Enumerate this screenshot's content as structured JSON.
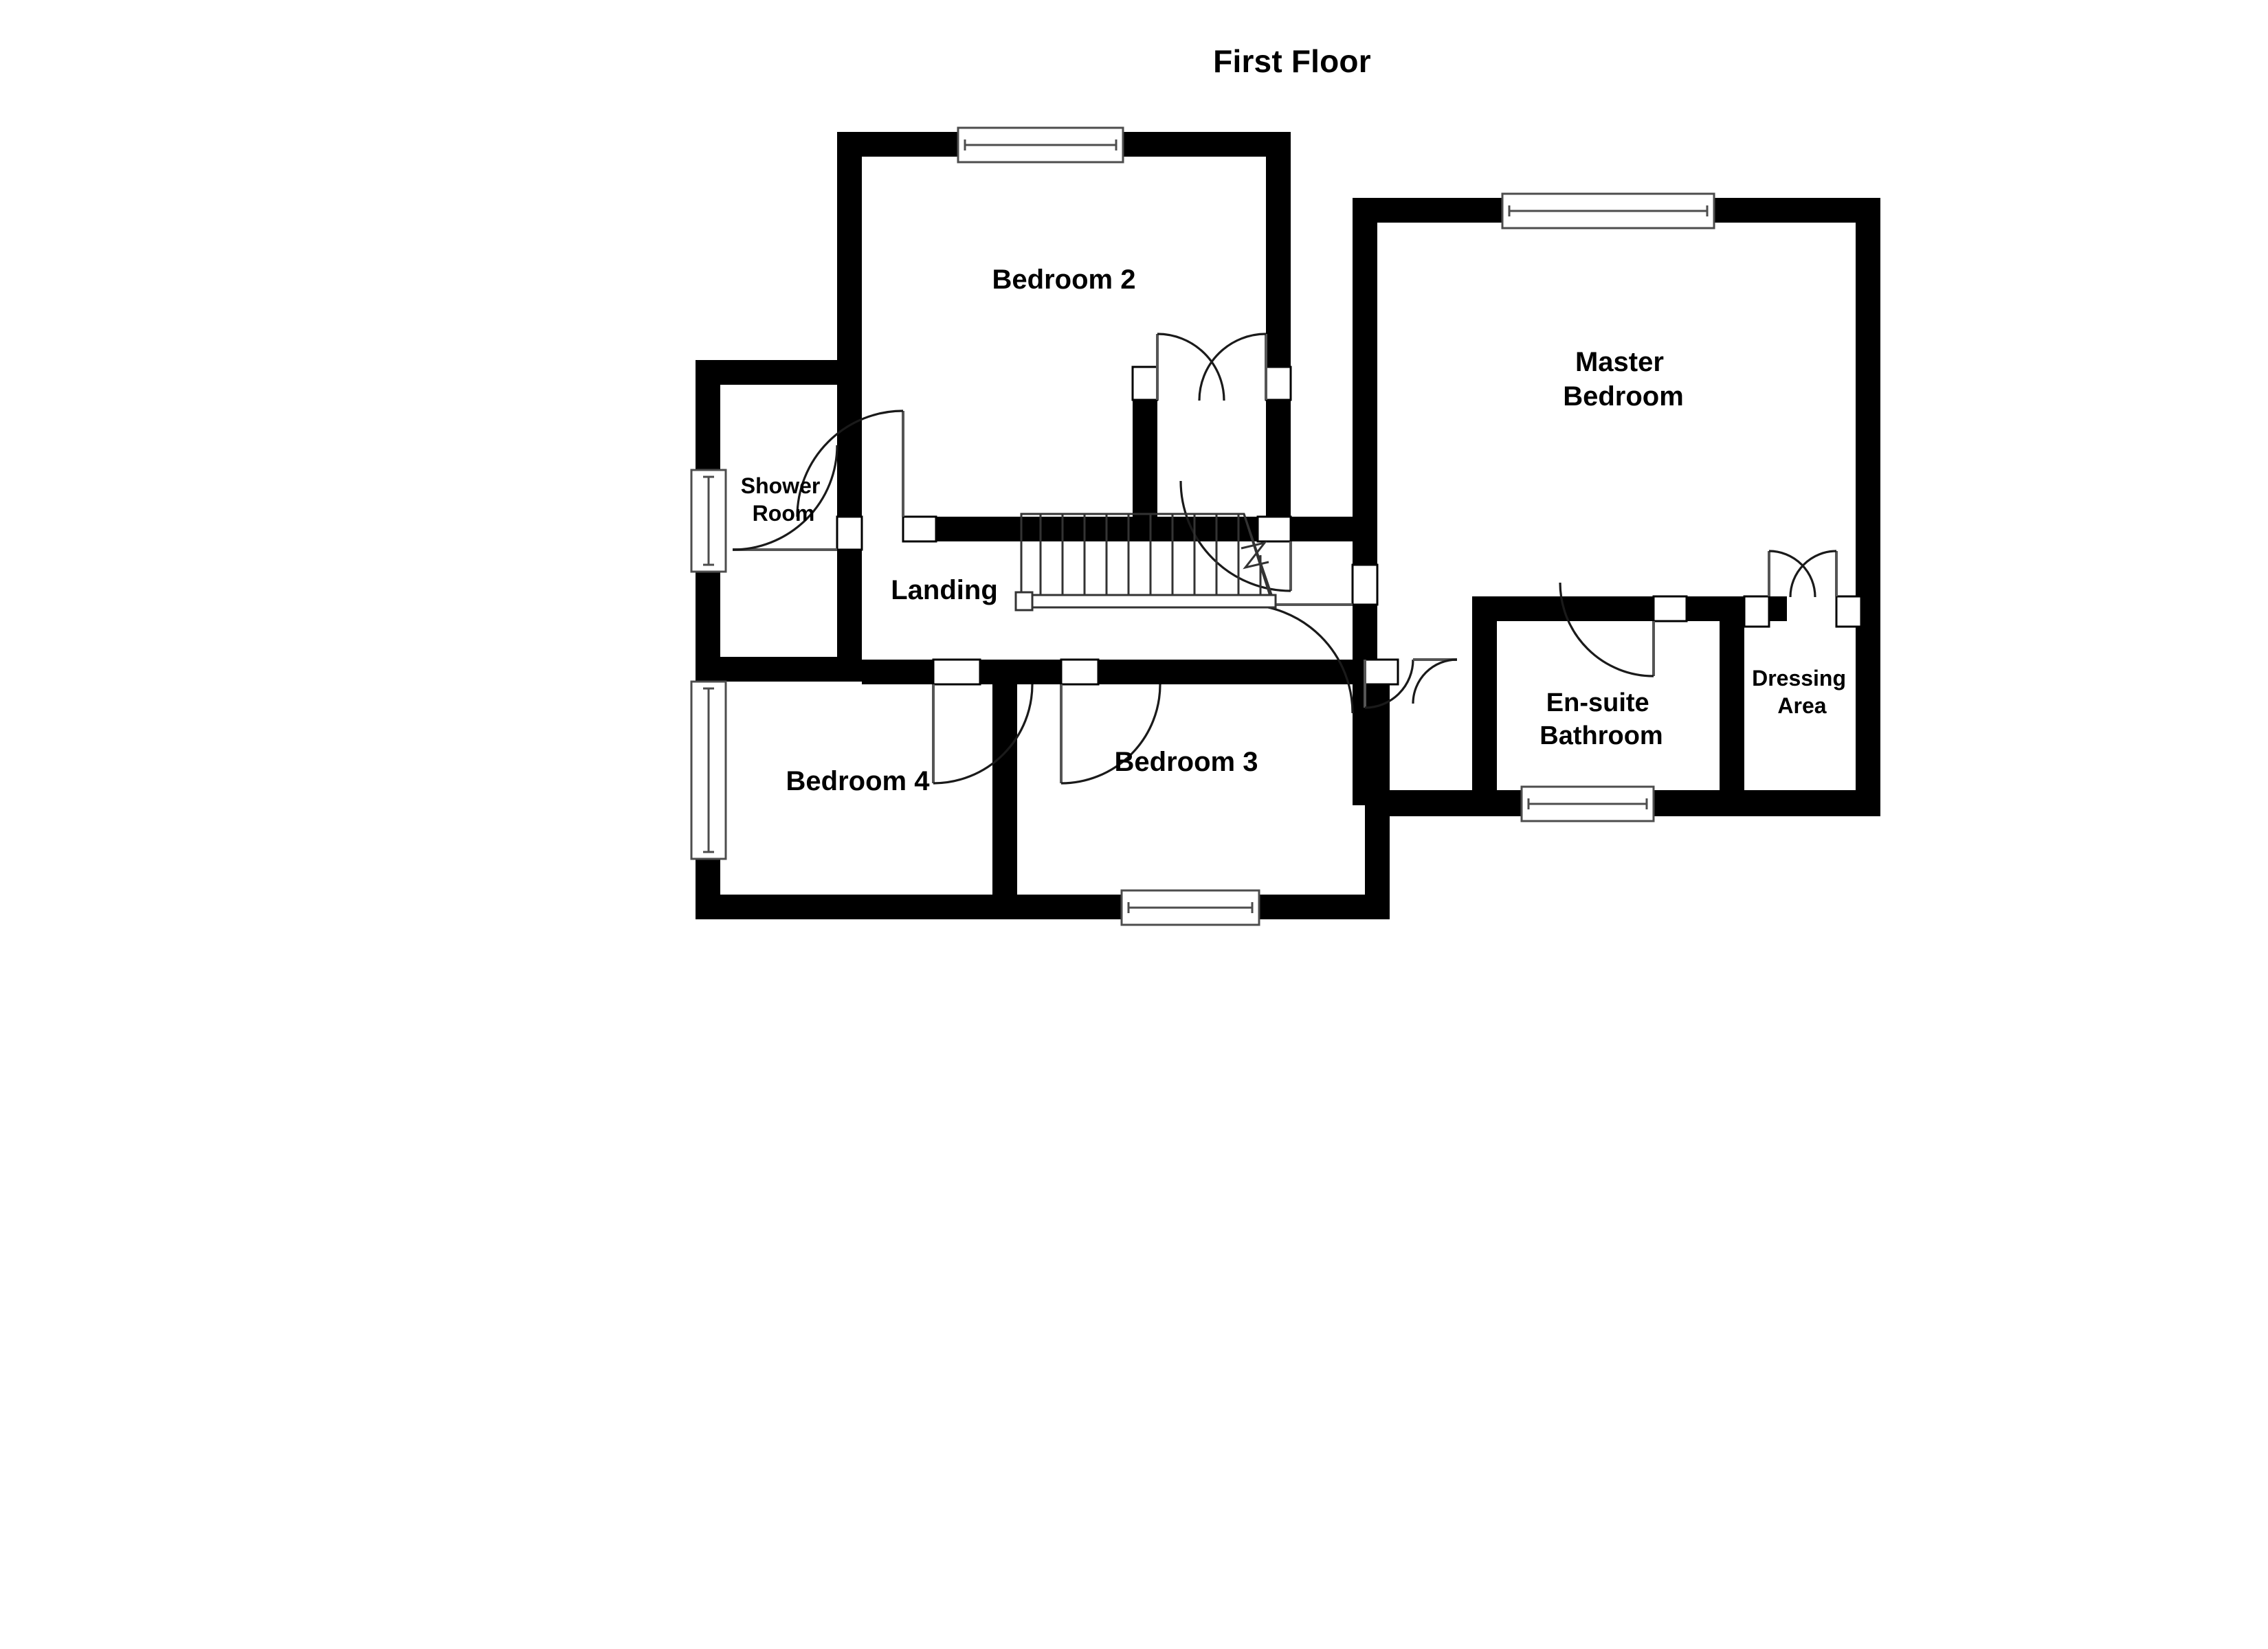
{
  "title": "First Floor",
  "plan": {
    "type": "floor-plan",
    "floor": "First Floor",
    "wall_color": "#000000",
    "background_color": "#ffffff",
    "rooms": [
      {
        "id": "bedroom-2",
        "label": "Bedroom 2",
        "label_lines": [
          "Bedroom 2"
        ],
        "size": "lg"
      },
      {
        "id": "master-bedroom",
        "label": "Master Bedroom",
        "label_lines": [
          "Master",
          "Bedroom"
        ],
        "size": "lg"
      },
      {
        "id": "shower-room",
        "label": "Shower Room",
        "label_lines": [
          "Shower",
          "Room"
        ],
        "size": "sm"
      },
      {
        "id": "landing",
        "label": "Landing",
        "label_lines": [
          "Landing"
        ],
        "size": "lg"
      },
      {
        "id": "bedroom-4",
        "label": "Bedroom 4",
        "label_lines": [
          "Bedroom 4"
        ],
        "size": "lg"
      },
      {
        "id": "bedroom-3",
        "label": "Bedroom 3",
        "label_lines": [
          "Bedroom 3"
        ],
        "size": "lg"
      },
      {
        "id": "en-suite-bathroom",
        "label": "En-suite Bathroom",
        "label_lines": [
          "En-suite",
          "Bathroom"
        ],
        "size": "md"
      },
      {
        "id": "dressing-area",
        "label": "Dressing Area",
        "label_lines": [
          "Dressing",
          "Area"
        ],
        "size": "sm"
      }
    ],
    "features": {
      "staircase": {
        "name": "staircase",
        "steps": 10,
        "direction": "down-right",
        "has_break_symbol": true
      },
      "windows": [
        {
          "name": "window-bedroom-2-top",
          "wall": "top",
          "orientation": "horizontal"
        },
        {
          "name": "window-master-top",
          "wall": "top",
          "orientation": "horizontal"
        },
        {
          "name": "window-shower-room-left",
          "wall": "left",
          "orientation": "vertical"
        },
        {
          "name": "window-bedroom-4-left",
          "wall": "left",
          "orientation": "vertical"
        },
        {
          "name": "window-bedroom-3-bottom",
          "wall": "bottom",
          "orientation": "horizontal"
        },
        {
          "name": "window-en-suite-bottom",
          "wall": "bottom",
          "orientation": "horizontal"
        }
      ],
      "doors": [
        {
          "name": "door-shower-room",
          "type": "single",
          "room": "Shower Room"
        },
        {
          "name": "door-bedroom-2",
          "type": "single",
          "room": "Bedroom 2"
        },
        {
          "name": "door-airing-cupboard",
          "type": "double",
          "room": "Bedroom 2 alcove"
        },
        {
          "name": "door-master-upper",
          "type": "single",
          "room": "Master Bedroom"
        },
        {
          "name": "door-master-lower",
          "type": "single",
          "room": "Master Bedroom"
        },
        {
          "name": "door-en-suite-entry",
          "type": "single",
          "room": "En-suite Bathroom"
        },
        {
          "name": "door-en-suite-inner",
          "type": "single",
          "room": "En-suite Bathroom"
        },
        {
          "name": "door-dressing-area",
          "type": "double",
          "room": "Dressing Area"
        },
        {
          "name": "door-bedroom-4",
          "type": "single",
          "room": "Bedroom 4"
        },
        {
          "name": "door-bedroom-3",
          "type": "single",
          "room": "Bedroom 3"
        }
      ]
    }
  }
}
